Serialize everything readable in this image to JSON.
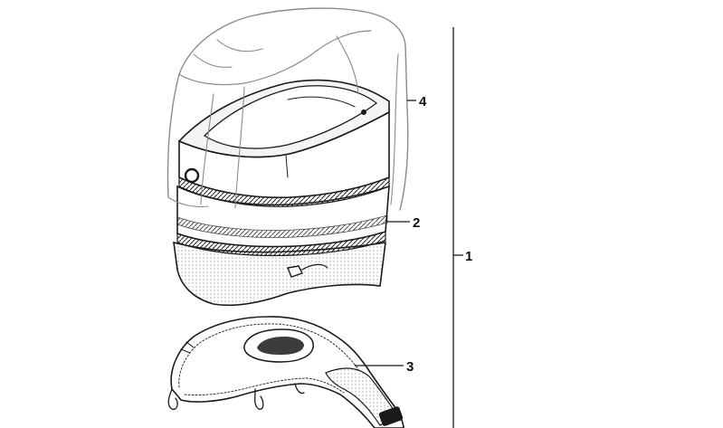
{
  "callouts": [
    {
      "id": "1",
      "label": "1"
    },
    {
      "id": "2",
      "label": "2"
    },
    {
      "id": "3",
      "label": "3"
    },
    {
      "id": "4",
      "label": "4"
    }
  ],
  "colors": {
    "ink": "#1a1a1a",
    "background": "#ffffff",
    "cover": "#8a8a8a"
  }
}
